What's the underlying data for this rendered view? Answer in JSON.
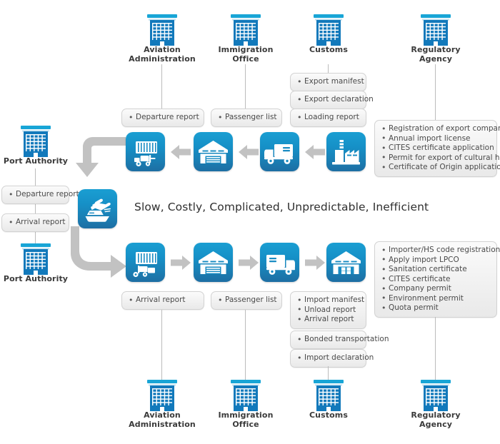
{
  "diagram": {
    "slogan": "Slow, Costly, Complicated, Unpredictable, Inefficient",
    "accent_blue": "#1690c7",
    "tile_blue_top": "#1a9ed2",
    "tile_blue_bottom": "#1d6ea3",
    "building_blue": "#1279bb",
    "building_roof_blue": "#18a5d6",
    "arrow_grey": "#bfbfbf",
    "box_bg": "#f1f1f1",
    "line_grey": "#bcbcbc"
  },
  "top_authorities": [
    {
      "name": "aviation-administration",
      "label_line1": "Aviation",
      "label_line2": "Administration"
    },
    {
      "name": "immigration-office",
      "label_line1": "Immigration",
      "label_line2": "Office"
    },
    {
      "name": "customs",
      "label_line1": "Customs",
      "label_line2": ""
    },
    {
      "name": "regulatory-agency",
      "label_line1": "Regulatory",
      "label_line2": "Agency"
    }
  ],
  "bottom_authorities": [
    {
      "name": "aviation-administration",
      "label_line1": "Aviation",
      "label_line2": "Administration"
    },
    {
      "name": "immigration-office",
      "label_line1": "Immigration",
      "label_line2": "Office"
    },
    {
      "name": "customs",
      "label_line1": "Customs",
      "label_line2": ""
    },
    {
      "name": "regulatory-agency",
      "label_line1": "Regulatory",
      "label_line2": "Agency"
    }
  ],
  "port_authority_top": {
    "label": "Port Authority"
  },
  "port_authority_bottom": {
    "label": "Port Authority"
  },
  "port_boxes": [
    {
      "name": "departure-report",
      "items": [
        "Departure report"
      ]
    },
    {
      "name": "arrival-report",
      "items": [
        "Arrival report"
      ]
    }
  ],
  "export_boxes": {
    "departure_report": {
      "items": [
        "Departure report"
      ]
    },
    "passenger_list": {
      "items": [
        "Passenger list"
      ]
    },
    "customs_stack": [
      {
        "items": [
          "Export manifest"
        ]
      },
      {
        "items": [
          "Export declaration"
        ]
      },
      {
        "items": [
          "Loading report"
        ]
      }
    ],
    "regulatory": {
      "items": [
        "Registration of export company/item",
        "Annual import license",
        "CITES certificate application",
        "Permit for export of cultural heritage",
        "Certificate of Origin application"
      ]
    }
  },
  "import_boxes": {
    "arrival_report": {
      "items": [
        "Arrival report"
      ]
    },
    "passenger_list": {
      "items": [
        "Passenger list"
      ]
    },
    "customs_stack": [
      {
        "items": [
          "Import manifest",
          "Unload report",
          "Arrival report"
        ]
      },
      {
        "items": [
          "Bonded transportation"
        ]
      },
      {
        "items": [
          "Import declaration"
        ]
      }
    ],
    "regulatory": {
      "items": [
        "Importer/HS code registration",
        "Apply import LPCO",
        "Sanitation certificate",
        "CITES certificate",
        "Company permit",
        "Environment permit",
        "Quota permit"
      ]
    }
  },
  "export_flow": {
    "direction": "right-to-left",
    "tiles": [
      {
        "name": "forklift-container-icon"
      },
      {
        "name": "warehouse-icon"
      },
      {
        "name": "truck-icon"
      },
      {
        "name": "factory-icon"
      }
    ]
  },
  "import_flow": {
    "direction": "left-to-right",
    "tiles": [
      {
        "name": "forklift-container-icon"
      },
      {
        "name": "warehouse-icon"
      },
      {
        "name": "truck-icon"
      },
      {
        "name": "warehouse-storage-icon"
      }
    ]
  },
  "hub": {
    "name": "plane-ship-icon"
  }
}
